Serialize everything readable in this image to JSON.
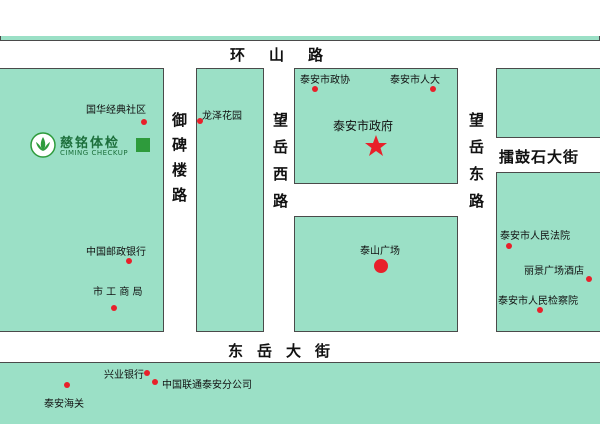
{
  "colors": {
    "block": "#9be0c6",
    "marker": "#e8202a",
    "logo_green": "#2e9b3c"
  },
  "roads": {
    "huanshan": "环山路",
    "yubeilou": "御碑楼路",
    "wangyue_west": "望岳西路",
    "wangyue_east": "望岳东路",
    "dongyue": "东岳大街",
    "leigushi": "擂鼓石大街"
  },
  "pois": {
    "guohua": "国华经典社区",
    "longze": "龙泽花园",
    "zhengxie": "泰安市政协",
    "renda": "泰安市人大",
    "zhengfu": "泰安市政府",
    "post": "中国邮政银行",
    "gongshang": "市 工 商 局",
    "taishan_square": "泰山广场",
    "court": "泰安市人民法院",
    "lijing": "丽景广场酒店",
    "procuratorate": "泰安市人民检察院",
    "xingye": "兴业银行",
    "unicom": "中国联通泰安分公司",
    "customs": "泰安海关"
  },
  "logo": {
    "icon": "lotus-logo-icon",
    "name_cn": "慈铭体检",
    "name_en": "CIMING CHECKUP"
  }
}
